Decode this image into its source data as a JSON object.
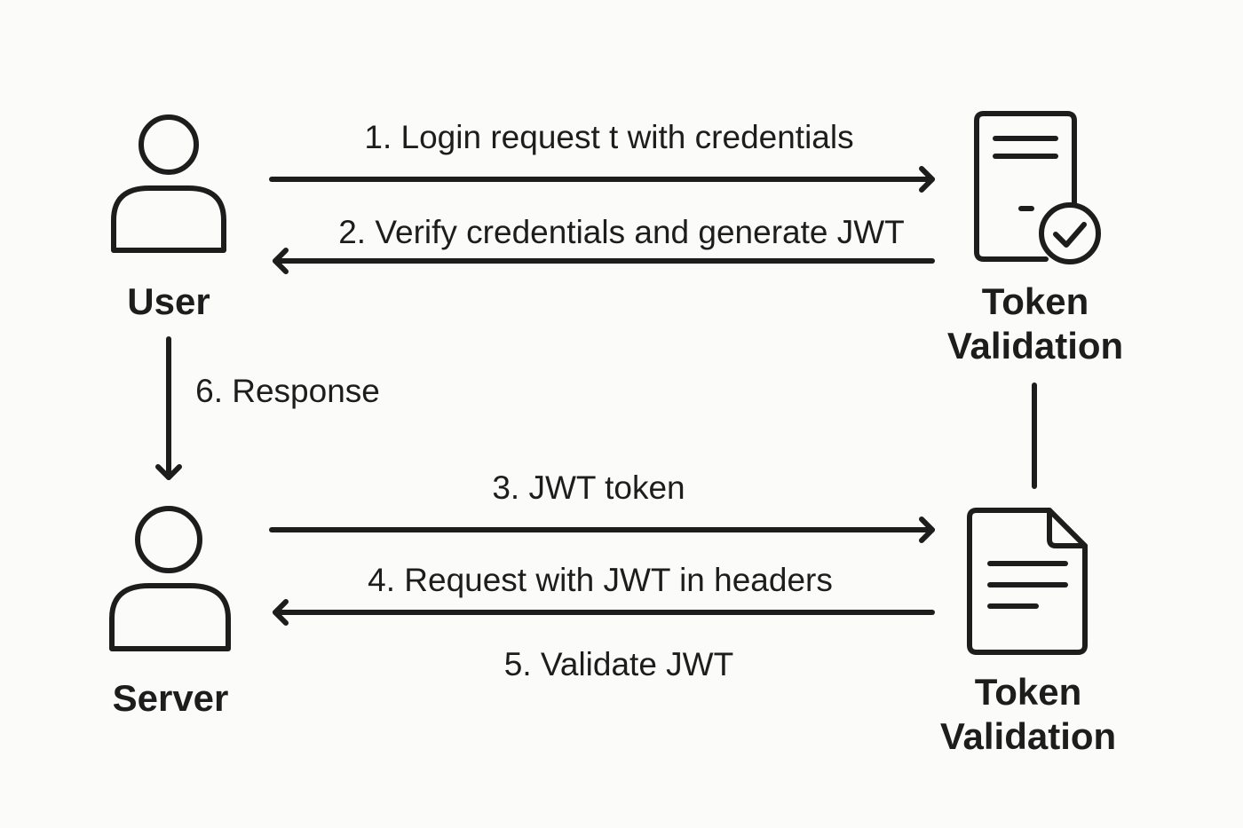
{
  "nodes": {
    "user": {
      "label": "User"
    },
    "server": {
      "label": "Server"
    },
    "token_validation_top": {
      "line1": "Token",
      "line2": "Validation"
    },
    "token_validation_bottom": {
      "line1": "Token",
      "line2": "Validation"
    }
  },
  "messages": {
    "m1": "1. Login request t with credentials",
    "m2": "2. Verify credentials and generate JWT",
    "m3": "3. JWT token",
    "m4": "4. Request with JWT in headers",
    "m5": "5. Validate JWT",
    "m6": "6. Response"
  },
  "icons": {
    "user": "person-icon",
    "server": "person-icon",
    "token_validation_top": "server-check-icon",
    "token_validation_bottom": "document-icon"
  },
  "colors": {
    "stroke": "#1d1d1d",
    "background": "#fbfbfa"
  }
}
